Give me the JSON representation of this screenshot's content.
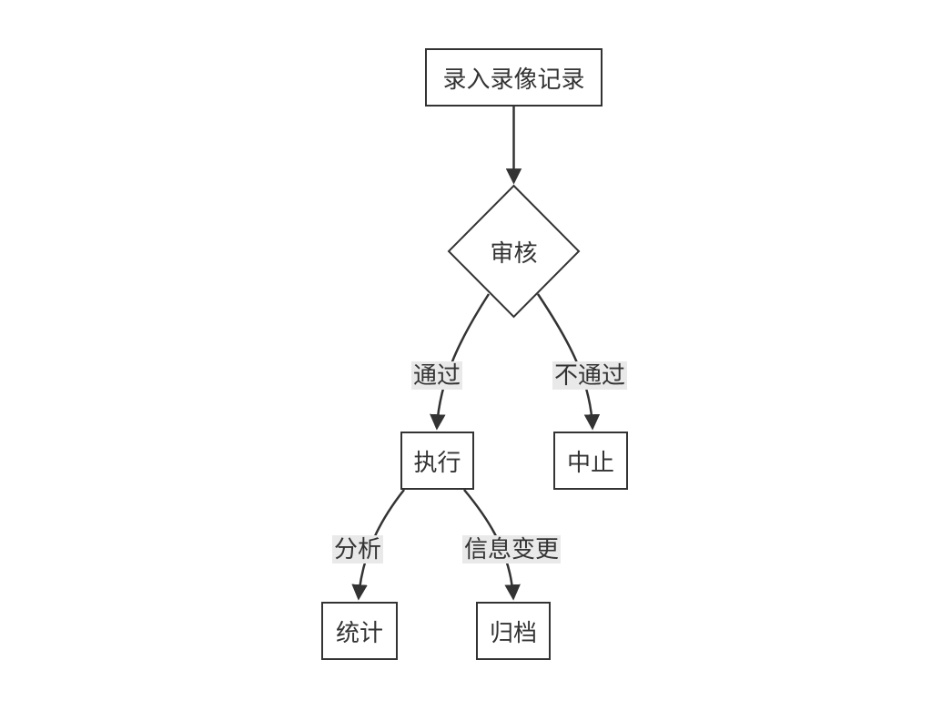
{
  "diagram": {
    "type": "flowchart",
    "nodes": [
      {
        "id": "start",
        "shape": "rect",
        "label": "录入录像记录"
      },
      {
        "id": "review",
        "shape": "diamond",
        "label": "审核"
      },
      {
        "id": "execute",
        "shape": "rect",
        "label": "执行"
      },
      {
        "id": "abort",
        "shape": "rect",
        "label": "中止"
      },
      {
        "id": "stats",
        "shape": "rect",
        "label": "统计"
      },
      {
        "id": "archive",
        "shape": "rect",
        "label": "归档"
      }
    ],
    "edges": [
      {
        "from": "录入录像记录",
        "to": "审核",
        "label": ""
      },
      {
        "from": "审核",
        "to": "执行",
        "label": "通过"
      },
      {
        "from": "审核",
        "to": "中止",
        "label": "不通过"
      },
      {
        "from": "执行",
        "to": "统计",
        "label": "分析"
      },
      {
        "from": "执行",
        "to": "归档",
        "label": "信息变更"
      }
    ],
    "colors": {
      "stroke": "#333333",
      "node_fill": "#ffffff",
      "edge_label_background": "#e9e9e9",
      "background": "#ffffff"
    }
  }
}
